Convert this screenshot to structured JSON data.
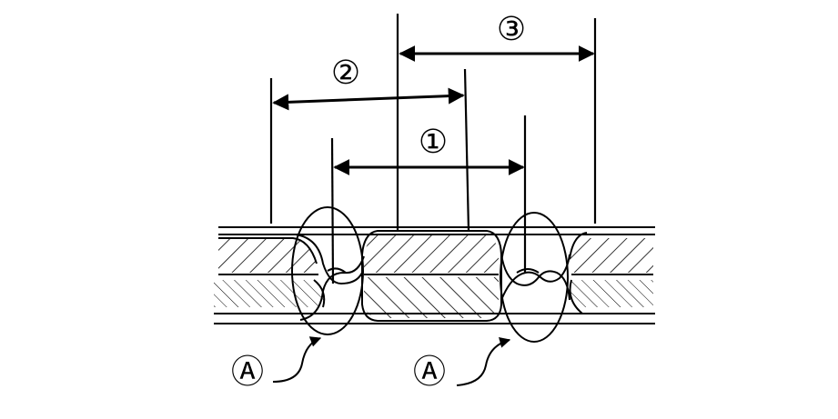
{
  "labels": {
    "dim_1": "①",
    "dim_2": "②",
    "dim_3": "③",
    "callout_left": "Ⓐ",
    "callout_right": "Ⓐ"
  }
}
